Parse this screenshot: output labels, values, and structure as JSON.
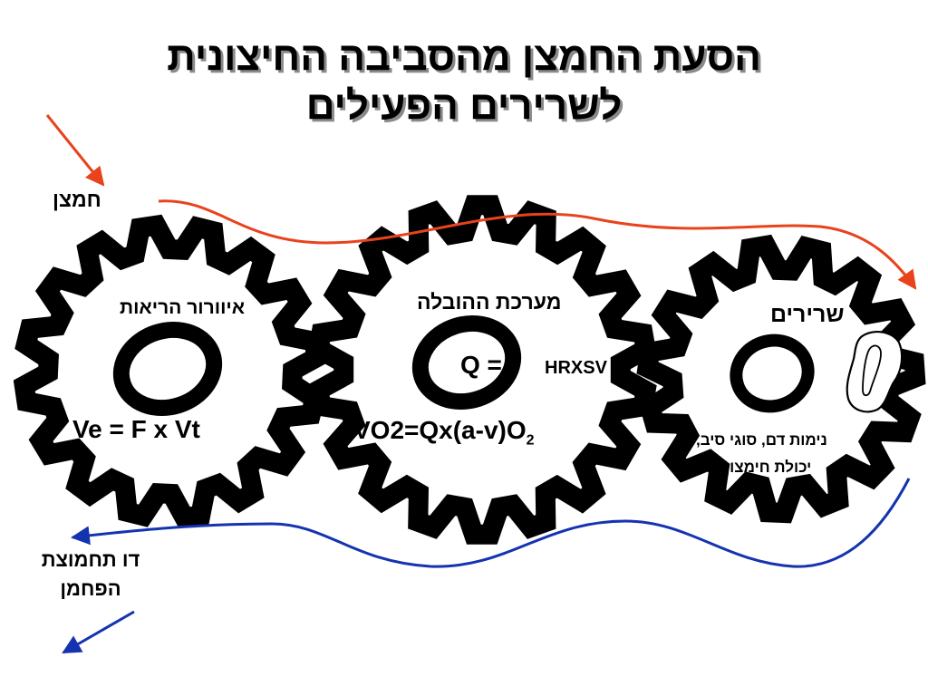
{
  "title": {
    "line1": "הסעת החמצן מהסביבה החיצונית",
    "line2": "לשרירים הפעילים"
  },
  "labels": {
    "oxygen": "חמצן",
    "co2_line1": "דו תחמוצת",
    "co2_line2": "הפחמן"
  },
  "gears": {
    "lungs": {
      "title": "איוורור הריאות",
      "formula": "Ve = F x Vt"
    },
    "transport": {
      "title": "מערכת ההובלה",
      "q_label": "Q =",
      "q_value": "HRXSV",
      "vo2_main": "VO2=Qx(a-v)O",
      "vo2_sub": "2"
    },
    "muscles": {
      "title": "שרירים",
      "desc_line1": "נימות דם, סוגי סיב,",
      "desc_line2": "יכולת חימצון"
    }
  },
  "colors": {
    "oxygen_arrow": "#e8431c",
    "co2_arrow": "#1533b0",
    "gear": "#000000"
  }
}
